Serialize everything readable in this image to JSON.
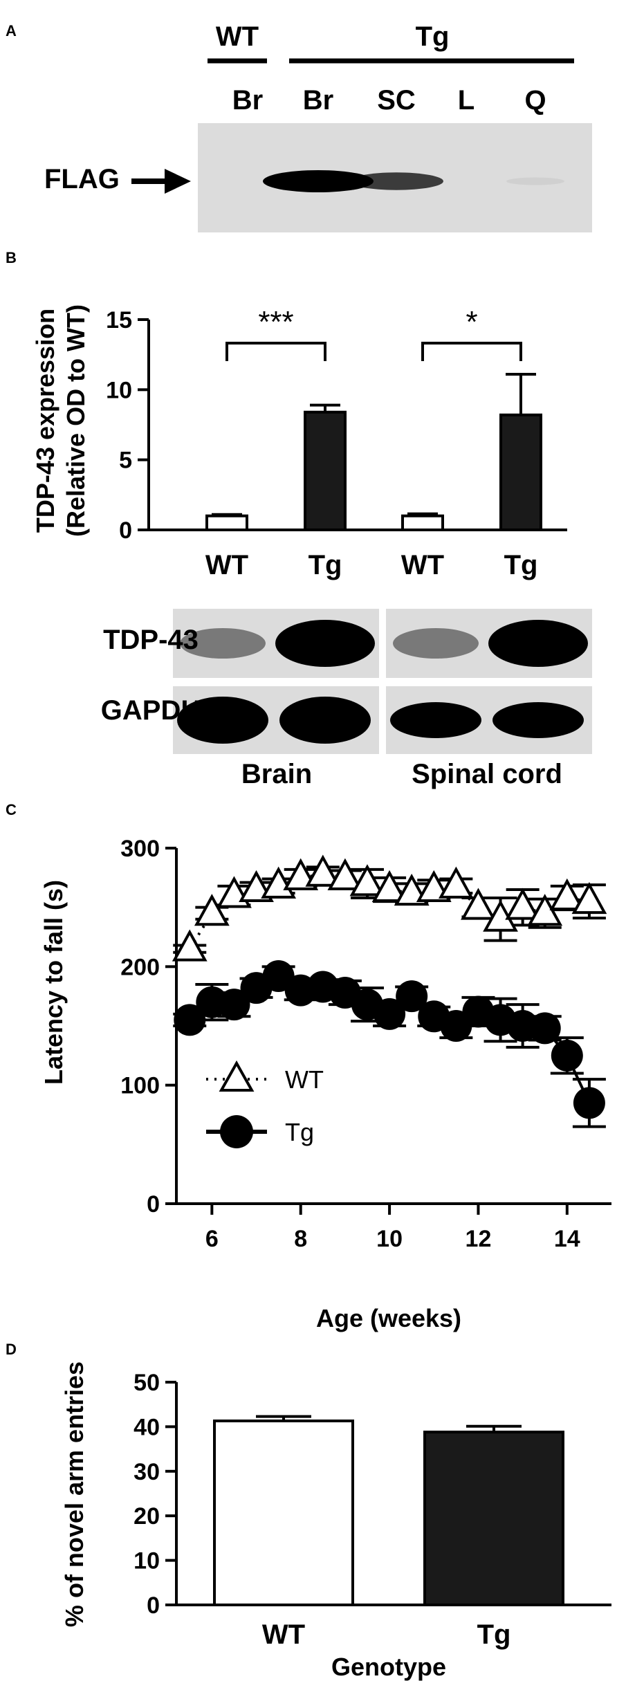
{
  "panels": {
    "A": {
      "letter": "A",
      "groups": [
        "WT",
        "Tg"
      ],
      "lanes": [
        "Br",
        "Br",
        "SC",
        "L",
        "Q"
      ],
      "row_label": "FLAG",
      "band_intensity": [
        0,
        1.0,
        0.7,
        0,
        0.05
      ]
    },
    "B": {
      "letter": "B",
      "ylabel_line1": "TDP-43 expression",
      "ylabel_line2": "(Relative OD to WT)",
      "blot_labels": [
        "TDP-43",
        "GAPDH"
      ],
      "tissues": [
        "Brain",
        "Spinal cord"
      ]
    },
    "C": {
      "letter": "C"
    },
    "D": {
      "letter": "D"
    }
  },
  "colors": {
    "wt_fill": "#ffffff",
    "tg_fill": "#1a1a1a",
    "axis": "#000000",
    "blot_bg": "#dcdcdc"
  },
  "chart_data": [
    {
      "panel": "B",
      "type": "bar",
      "groups": [
        "Brain",
        "Spinal cord"
      ],
      "categories": [
        "WT",
        "Tg",
        "WT",
        "Tg"
      ],
      "values": [
        1.0,
        8.4,
        1.0,
        8.2
      ],
      "errors": [
        0.1,
        0.5,
        0.15,
        2.9
      ],
      "ylim": [
        0,
        15
      ],
      "yticks": [
        0,
        5,
        10,
        15
      ],
      "significance": [
        "***",
        "*"
      ]
    },
    {
      "panel": "C",
      "type": "scatter",
      "xlabel": "Age (weeks)",
      "ylabel": "Latency to fall (s)",
      "xlim": [
        5.2,
        15
      ],
      "ylim": [
        0,
        300
      ],
      "xticks": [
        6,
        8,
        10,
        12,
        14
      ],
      "yticks": [
        0,
        100,
        200,
        300
      ],
      "series": [
        {
          "name": "WT",
          "marker": "triangle",
          "x": [
            5.5,
            6,
            6.5,
            7,
            7.5,
            8,
            8.5,
            9,
            9.5,
            10,
            10.5,
            11,
            11.5,
            12,
            12.5,
            13,
            13.5,
            14,
            14.5
          ],
          "y": [
            215,
            245,
            260,
            265,
            268,
            275,
            278,
            275,
            270,
            265,
            262,
            265,
            268,
            250,
            240,
            250,
            245,
            258,
            255
          ],
          "err": [
            3,
            5,
            8,
            6,
            6,
            7,
            6,
            6,
            12,
            10,
            8,
            8,
            6,
            8,
            18,
            15,
            12,
            10,
            14
          ]
        },
        {
          "name": "Tg",
          "marker": "circle",
          "x": [
            5.5,
            6,
            6.5,
            7,
            7.5,
            8,
            8.5,
            9,
            9.5,
            10,
            10.5,
            11,
            11.5,
            12,
            12.5,
            13,
            13.5,
            14,
            14.5
          ],
          "y": [
            155,
            170,
            168,
            182,
            192,
            180,
            183,
            178,
            168,
            160,
            175,
            158,
            150,
            162,
            155,
            150,
            148,
            125,
            85
          ],
          "err": [
            5,
            15,
            10,
            8,
            8,
            8,
            6,
            10,
            14,
            10,
            8,
            8,
            10,
            12,
            18,
            18,
            10,
            15,
            20
          ]
        }
      ]
    },
    {
      "panel": "D",
      "type": "bar",
      "xlabel": "Genotype",
      "ylabel": "% of novel arm entries",
      "categories": [
        "WT",
        "Tg"
      ],
      "values": [
        41.3,
        38.8
      ],
      "errors": [
        1.0,
        1.3
      ],
      "ylim": [
        0,
        50
      ],
      "yticks": [
        0,
        10,
        20,
        30,
        40,
        50
      ]
    }
  ]
}
